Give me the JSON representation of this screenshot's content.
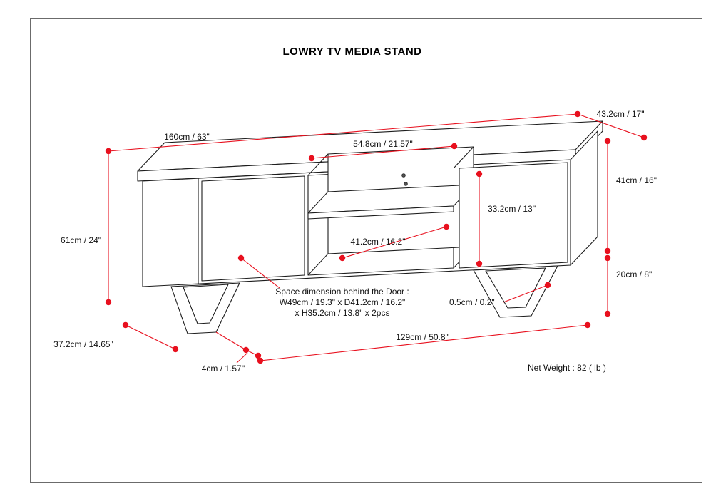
{
  "page": {
    "title": "LOWRY TV MEDIA STAND",
    "net_weight": "Net Weight : 82 ( lb )"
  },
  "colors": {
    "dimension_red": "#e8101e",
    "drawing_black": "#1c1c1c",
    "background": "#ffffff"
  },
  "dims": {
    "total_width": "160cm / 63\"",
    "top_depth": "43.2cm / 17\"",
    "opening_width": "54.8cm / 21.57\"",
    "cabinet_height": "41cm / 16\"",
    "interior_height": "33.2cm / 13''",
    "overall_height": "61cm / 24\"",
    "shelf_depth": "41.2cm / 16.2\"",
    "leg_height": "20cm / 8\"",
    "edge_gap": "0.5cm / 0.2\"",
    "leg_span": "37.2cm / 14.65\"",
    "leg_bar_width": "4cm / 1.57''",
    "base_span": "129cm / 50.8\"",
    "door_space_note": {
      "line1": "Space dimension behind the Door :",
      "line2": "W49cm / 19.3\" x D41.2cm / 16.2\"",
      "line3": "x H35.2cm / 13.8\" x 2pcs"
    }
  }
}
